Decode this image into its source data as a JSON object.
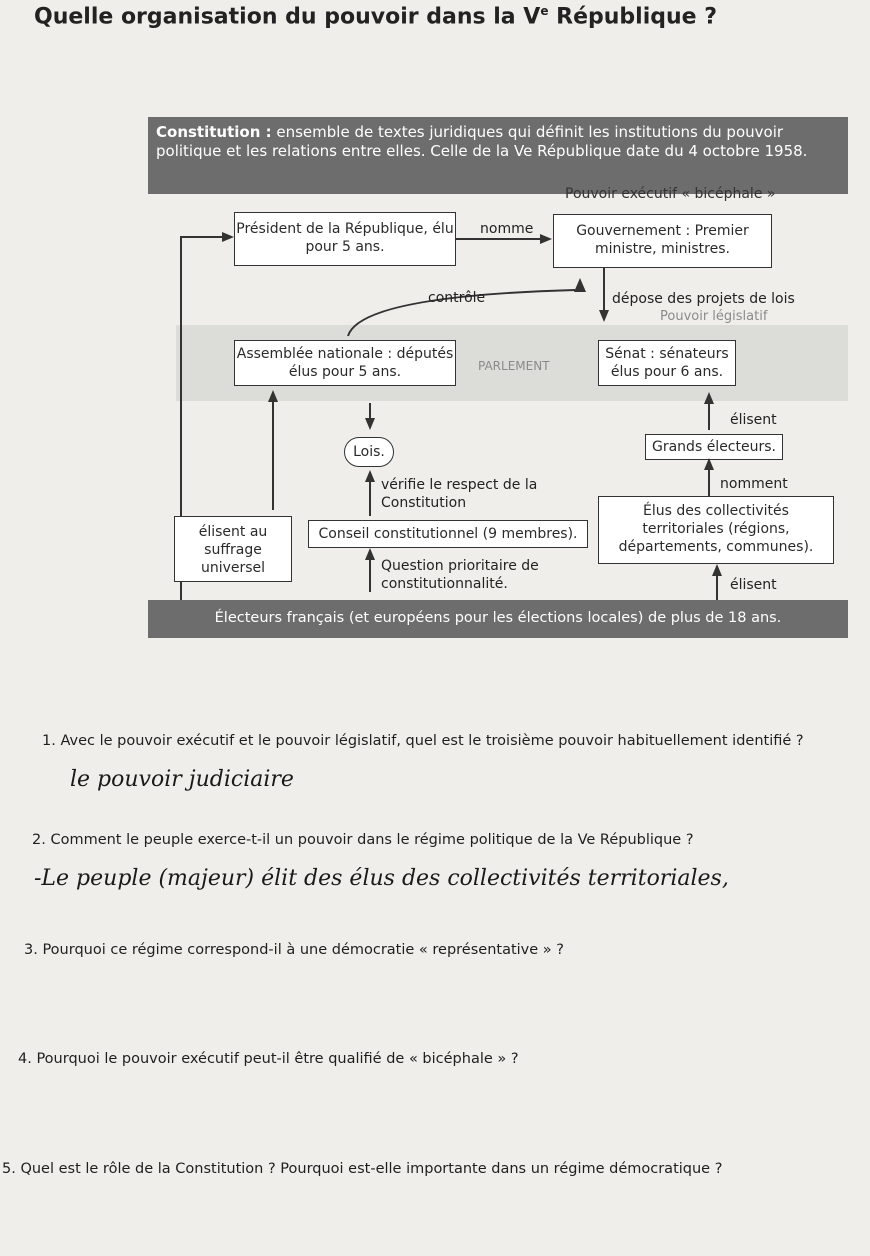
{
  "header": {
    "title_prefix": "Quelle organisation du pouvoir dans la V",
    "title_sup": "e",
    "title_suffix": " République ?"
  },
  "diagram": {
    "constitution_bold": "Constitution :",
    "constitution_text": " ensemble de textes juridiques qui définit les institutions du pouvoir politique et les relations entre elles. Celle de la Ve République date du 4 octobre 1958.",
    "executif_label": "Pouvoir exécutif « bicéphale »",
    "president": "Président de la République, élu pour 5 ans.",
    "nomme": "nomme",
    "gouvernement": "Gouvernement : Premier ministre, ministres.",
    "controle": "contrôle",
    "depose": "dépose des projets de lois",
    "legislatif_label": "Pouvoir législatif",
    "parlement_label": "PARLEMENT",
    "assemblee": "Assemblée nationale : députés élus pour 5 ans.",
    "senat": "Sénat : sénateurs élus pour 6 ans.",
    "elisent_top": "élisent",
    "lois": "Lois.",
    "grands_electeurs": "Grands électeurs.",
    "verifie": "vérifie le respect de la Constitution",
    "nomment": "nomment",
    "elisent_suffrage": "élisent au suffrage universel",
    "conseil": "Conseil constitutionnel (9 membres).",
    "elus_collectivites": "Élus des collectivités territoriales (régions, départements, communes).",
    "question": "Question prioritaire de constitutionnalité.",
    "elisent_bottom": "élisent",
    "electeurs": "Électeurs français (et européens pour les élections locales) de plus de 18 ans."
  },
  "questions": [
    {
      "text": "1. Avec le pouvoir exécutif et le pouvoir législatif, quel est le troisième pouvoir habituellement identifié ?",
      "answer": "le pouvoir judiciaire"
    },
    {
      "text": "2. Comment le peuple exerce-t-il un pouvoir dans le régime politique de la Ve République ?",
      "answer": "-Le peuple (majeur) élit des élus des collectivités territoriales,"
    },
    {
      "text": "3. Pourquoi ce régime correspond-il à une démocratie « représentative » ?",
      "answer": ""
    },
    {
      "text": "4. Pourquoi le pouvoir exécutif peut-il être qualifié de « bicéphale » ?",
      "answer": ""
    },
    {
      "text": "5. Quel est le rôle de la Constitution ? Pourquoi est-elle importante dans un régime démocratique ?",
      "answer": ""
    }
  ]
}
